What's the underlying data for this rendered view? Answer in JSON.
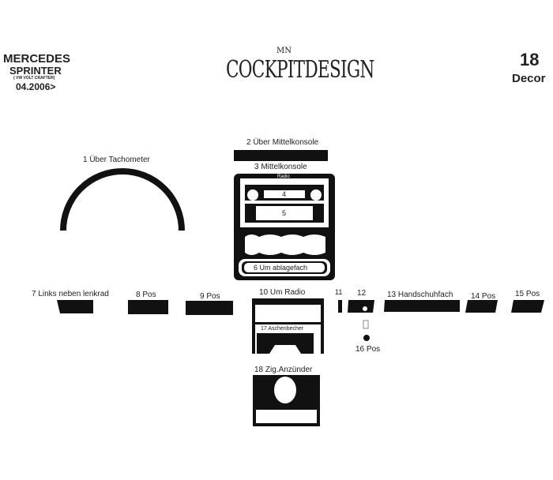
{
  "header": {
    "make": "MERCEDES",
    "model": "SPRINTER",
    "variant": "( VW VOLT CRAFTER)",
    "date": "04.2006>",
    "logo_text": "COCKPITDESIGN",
    "logo_mark": "MN",
    "piece_count": "18",
    "piece_label": "Decor"
  },
  "parts": [
    {
      "label": "1 Über Tachometer"
    },
    {
      "label": "2  Über Mittelkonsole"
    },
    {
      "label": "3  Mittelkonsole"
    },
    {
      "label": "4"
    },
    {
      "label": "5"
    },
    {
      "label": "6  Um ablagefach"
    },
    {
      "label": "7 Links neben lenkrad"
    },
    {
      "label": "8  Pos"
    },
    {
      "label": "9 Pos"
    },
    {
      "label": "10  Um Radio"
    },
    {
      "label": "11"
    },
    {
      "label": "12"
    },
    {
      "label": "13  Handschuhfach"
    },
    {
      "label": "14  Pos"
    },
    {
      "label": "15 Pos"
    },
    {
      "label": "16 Pos"
    },
    {
      "label": "17  Aschenbecher"
    },
    {
      "label": "18  Zig.Anzünder"
    }
  ],
  "radio_label": "Radio",
  "colors": {
    "piece": "#111111",
    "background": "#ffffff"
  }
}
